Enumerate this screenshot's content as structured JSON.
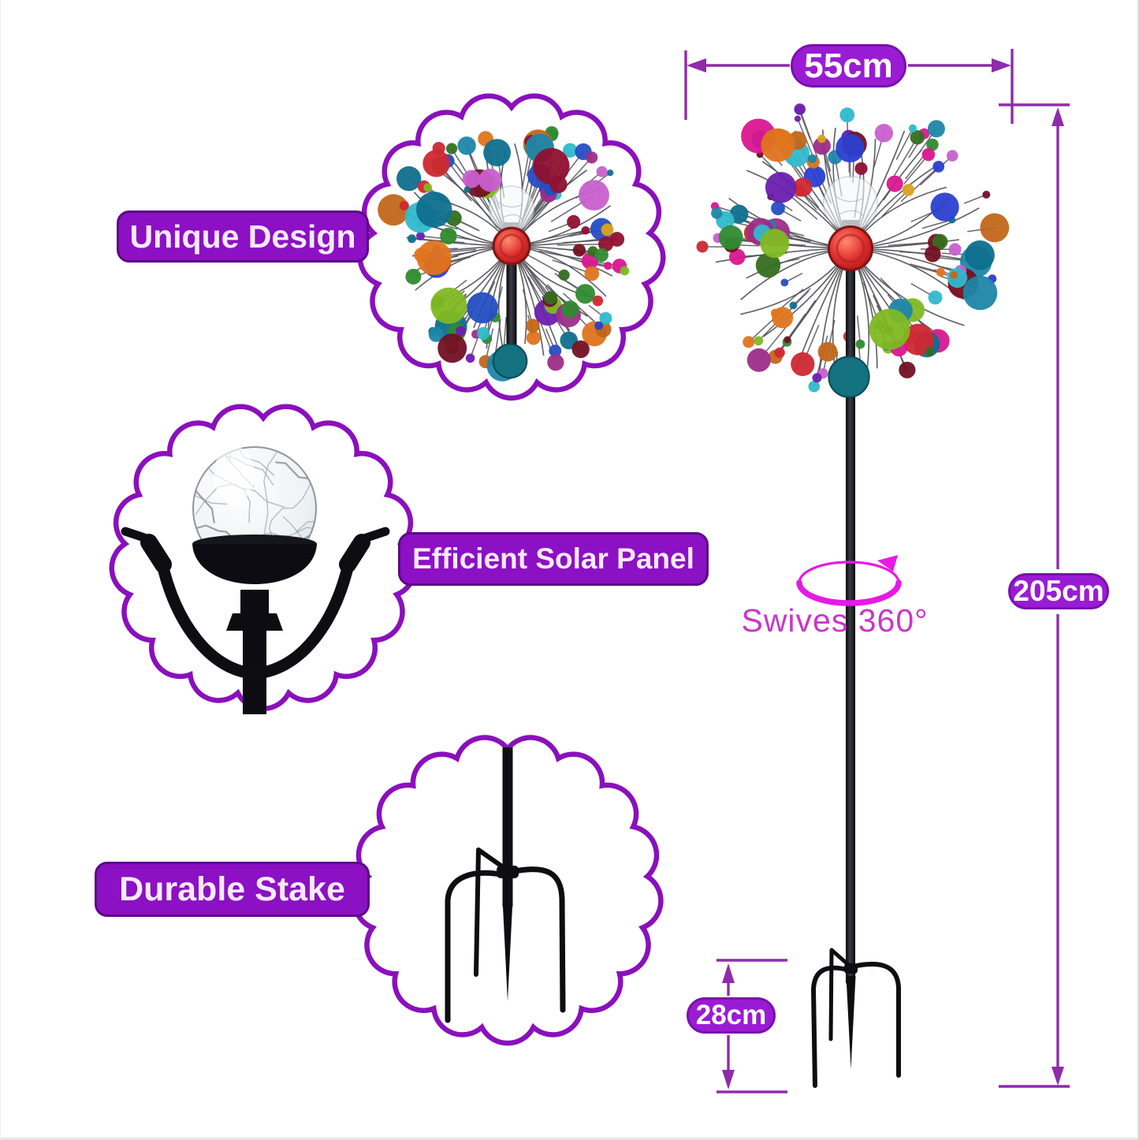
{
  "features": {
    "unique_design": "Unique Design",
    "solar_panel": "Efficient Solar Panel",
    "durable_stake": "Durable Stake"
  },
  "dimensions": {
    "width": "55cm",
    "height": "205cm",
    "stake_depth": "28cm"
  },
  "annotations": {
    "swivel": "Swives 360°"
  },
  "icons": {
    "rotation_arrow": "rotation-arrow-icon"
  },
  "colors": {
    "badge_fill": "#8c10c4",
    "badge_border": "#5c0887",
    "badge_text": "#f8eafc",
    "dim_badge_fill": "#991cd4",
    "dim_badge_border": "#7a10ac",
    "dim_line": "#8e2caa",
    "frame_stroke": "#8a10bc",
    "swivel_text": "#c837c8",
    "swivel_arrow": "#e51ae5",
    "hub_red": "#e03030"
  }
}
